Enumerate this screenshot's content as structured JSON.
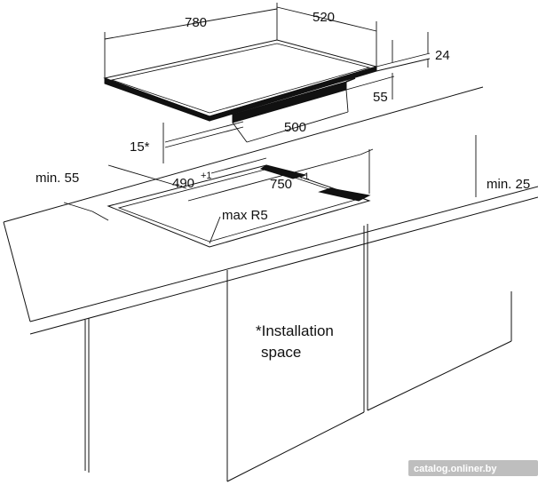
{
  "diagram": {
    "dimensions": {
      "width_top": "780",
      "depth_top": "520",
      "thickness": "24",
      "frame_height": "55",
      "frame_width": "500",
      "cutout_side_note": "15*",
      "min_edge": "min. 55",
      "cutout_depth": "490",
      "cutout_depth_tol": "+1",
      "cutout_width": "750",
      "cutout_width_tol": "+1",
      "min_side": "min. 25",
      "corner_radius": "max R5"
    },
    "footnote": {
      "line1": "*Installation",
      "line2": "space"
    },
    "watermark": "catalog.onliner.by",
    "colors": {
      "line": "#111111",
      "dark_fill": "#111111",
      "background": "#ffffff"
    }
  }
}
